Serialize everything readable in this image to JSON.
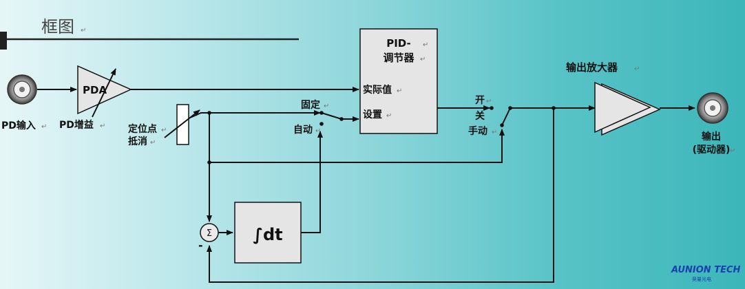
{
  "title": "框图",
  "inputs": {
    "pd_input": "PD输入",
    "pd_gain": "PD增益",
    "pda": "PDA"
  },
  "offset": {
    "line1": "定位点",
    "line2": "抵消"
  },
  "pid": {
    "line1": "PID-",
    "line2": "调节器",
    "actual": "实际值",
    "setpoint": "设置"
  },
  "switch_setpoint": {
    "fixed": "固定",
    "auto": "自动"
  },
  "switch_output": {
    "on": "开",
    "off": "关",
    "manual": "手动"
  },
  "integrator": {
    "label": "∫dt"
  },
  "summer": {
    "symbol": "Σ",
    "minus": "-"
  },
  "amplifier": {
    "label": "输出放大器"
  },
  "output": {
    "line1": "输出",
    "line2": "(驱动器)"
  },
  "logo": {
    "brand": "AUNION TECH",
    "sub": "昊量光电"
  },
  "colors": {
    "line": "#111111",
    "block": "#e5e5e5",
    "bg_left": "#e6f6f7",
    "bg_right": "#3cb6b9",
    "logo": "#1a3fae"
  }
}
